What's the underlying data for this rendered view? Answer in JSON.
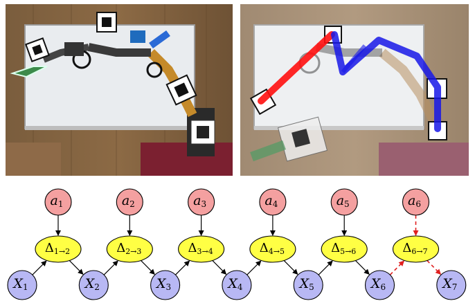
{
  "figure": {
    "photos": [
      {
        "name": "photo-left",
        "description_icon": "robot-arm-with-markers-photo"
      },
      {
        "name": "photo-right",
        "description_icon": "robot-arm-with-pose-overlay-photo"
      }
    ],
    "graph": {
      "colors": {
        "action": "#f4a0a0",
        "delta": "#ffff44",
        "state": "#b8b8f4",
        "edge": "#000000",
        "predicted_edge": "#e02020"
      },
      "actions": [
        {
          "base": "a",
          "sub": "1"
        },
        {
          "base": "a",
          "sub": "2"
        },
        {
          "base": "a",
          "sub": "3"
        },
        {
          "base": "a",
          "sub": "4"
        },
        {
          "base": "a",
          "sub": "5"
        },
        {
          "base": "a",
          "sub": "6"
        }
      ],
      "deltas": [
        {
          "base": "Δ",
          "sub": "1→2"
        },
        {
          "base": "Δ",
          "sub": "2→3"
        },
        {
          "base": "Δ",
          "sub": "3→4"
        },
        {
          "base": "Δ",
          "sub": "4→5"
        },
        {
          "base": "Δ",
          "sub": "5→6"
        },
        {
          "base": "Δ",
          "sub": "6→7"
        }
      ],
      "states": [
        {
          "base": "X",
          "sub": "1"
        },
        {
          "base": "X",
          "sub": "2"
        },
        {
          "base": "X",
          "sub": "3"
        },
        {
          "base": "X",
          "sub": "4"
        },
        {
          "base": "X",
          "sub": "5"
        },
        {
          "base": "X",
          "sub": "6"
        },
        {
          "base": "X",
          "sub": "7"
        }
      ],
      "dashed_from_step": 6
    }
  }
}
